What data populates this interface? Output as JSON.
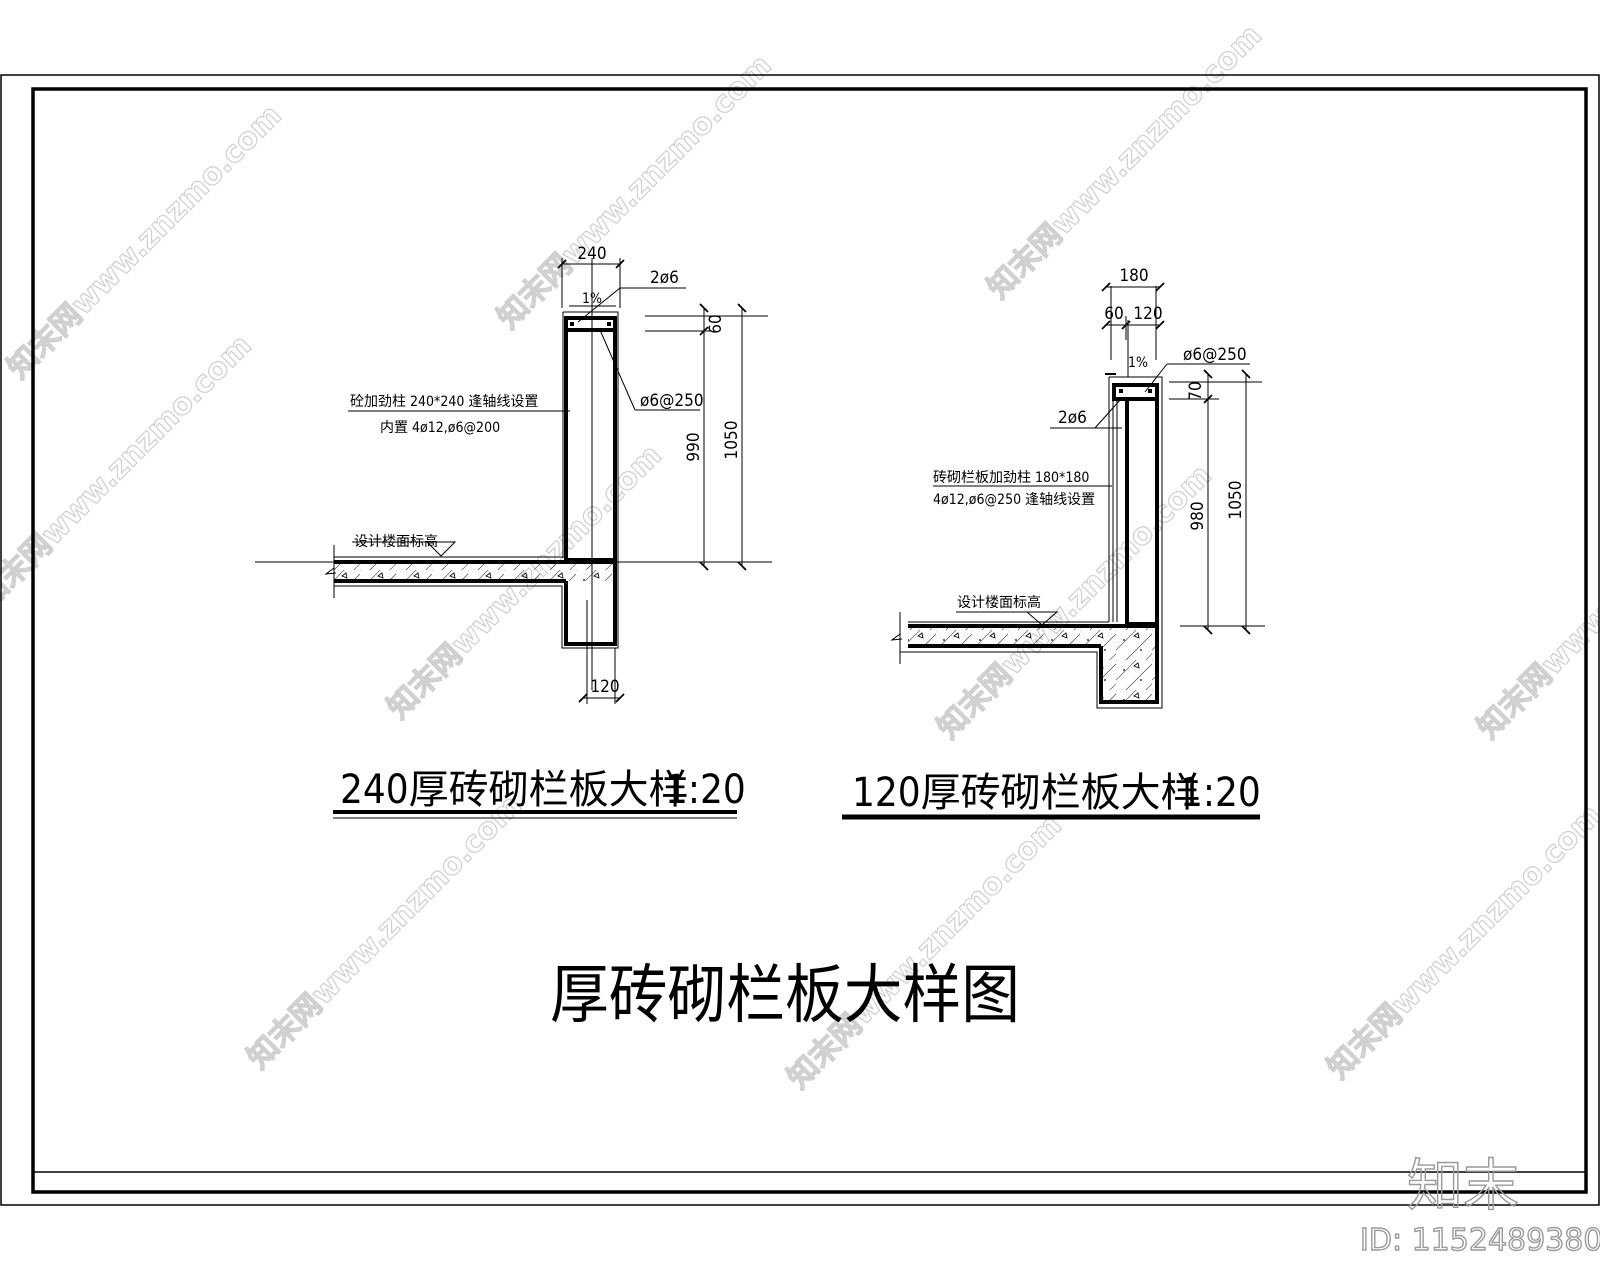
{
  "drawing": {
    "main_title": "厚砖砌栏板大样图",
    "watermark_text": "知末网www.znzmo.com",
    "brand_logo": "知末",
    "image_id": "ID: 1152489380",
    "colors": {
      "line": "#000000",
      "watermark": "#c8c8c8",
      "background": "#ffffff"
    }
  },
  "detail_240": {
    "title": "240厚砖砌栏板大样",
    "scale": "1:20",
    "dims": {
      "top_width": "240",
      "cap_height": "60",
      "inner_height": "990",
      "total_height": "1050",
      "beam_offset": "120"
    },
    "labels": {
      "cap_rebar": "2ø6",
      "slope": "1%",
      "stirrup": "ø6@250",
      "column_line1": "砼加劲柱   240*240 逢轴线设置",
      "column_line2": "内置 4ø12,ø6@200",
      "floor_level": "设计楼面标高"
    }
  },
  "detail_120": {
    "title": "120厚砖砌栏板大样",
    "scale": "1:20",
    "dims": {
      "top_width": "180",
      "split_left": "60",
      "split_right": "120",
      "cap_height": "70",
      "inner_height": "980",
      "total_height": "1050"
    },
    "labels": {
      "cap_rebar": "2ø6",
      "slope": "1%",
      "stirrup": "ø6@250",
      "column_line1": "砖砌栏板加劲柱       180*180",
      "column_line2": "4ø12,ø6@250 逢轴线设置",
      "floor_level": "设计楼面标高"
    }
  }
}
